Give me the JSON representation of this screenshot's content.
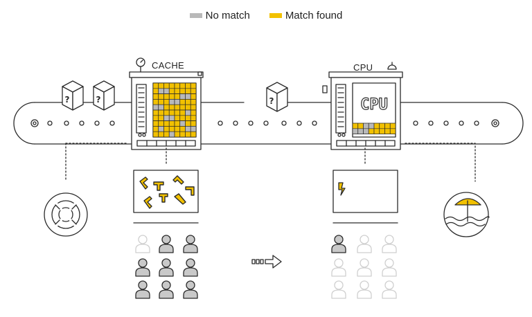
{
  "legend": {
    "no_match": {
      "label": "No match",
      "color": "#b9b9b9"
    },
    "match_found": {
      "label": "Match found",
      "color": "#f2c100"
    }
  },
  "labels": {
    "cache": "CACHE",
    "cpu": "CPU",
    "cpu_screen": "CPU"
  },
  "cache_users": {
    "active": 8,
    "faded": 1
  },
  "cpu_users": {
    "active": 1,
    "faded": 8
  },
  "colors": {
    "stroke": "#2a2a2a",
    "yellow": "#f2c100",
    "gray": "#b9b9b9",
    "faded": "#cfcfcf"
  }
}
